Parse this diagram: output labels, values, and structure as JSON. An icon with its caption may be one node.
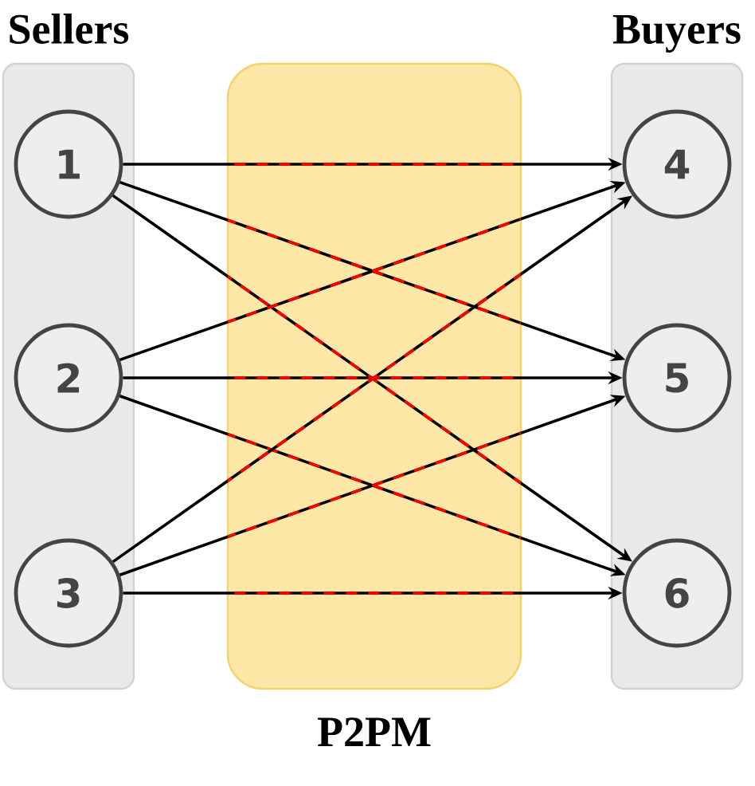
{
  "diagram": {
    "nodes": [
      {
        "text": [
          "Sellers"
        ]
      },
      {
        "text": [
          "Buyers"
        ]
      },
      {
        "text": [
          "1"
        ],
        "in": 0
      },
      {
        "text": [
          "2"
        ],
        "in": 0
      },
      {
        "text": [
          "3"
        ],
        "in": 0
      },
      {
        "text": [
          "4"
        ],
        "in": 1
      },
      {
        "text": [
          "5"
        ],
        "in": 1
      },
      {
        "text": [
          "6"
        ],
        "in": 1
      }
    ],
    "edges": [
      {
        "from": 2,
        "to": 5,
        "arrow": "to",
        "style": "dashed",
        "color": "#ff0000"
      },
      {
        "from": 2,
        "to": 6,
        "arrow": "to",
        "style": "dashed",
        "color": "#ff0000"
      },
      {
        "from": 2,
        "to": 7,
        "arrow": "to",
        "style": "dashed",
        "color": "#ff0000"
      },
      {
        "from": 3,
        "to": 5,
        "arrow": "to",
        "style": "dashed",
        "color": "#ff0000"
      },
      {
        "from": 3,
        "to": 6,
        "arrow": "to",
        "style": "dashed",
        "color": "#ff0000"
      },
      {
        "from": 3,
        "to": 7,
        "arrow": "to",
        "style": "dashed",
        "color": "#ff0000"
      },
      {
        "from": 4,
        "to": 5,
        "arrow": "to",
        "style": "dashed",
        "color": "#ff0000"
      },
      {
        "from": 4,
        "to": 6,
        "arrow": "to",
        "style": "dashed",
        "color": "#ff0000"
      },
      {
        "from": 4,
        "to": 7,
        "arrow": "to",
        "style": "dashed",
        "color": "#ff0000"
      }
    ],
    "labels": [
      "P2PM"
    ]
  }
}
